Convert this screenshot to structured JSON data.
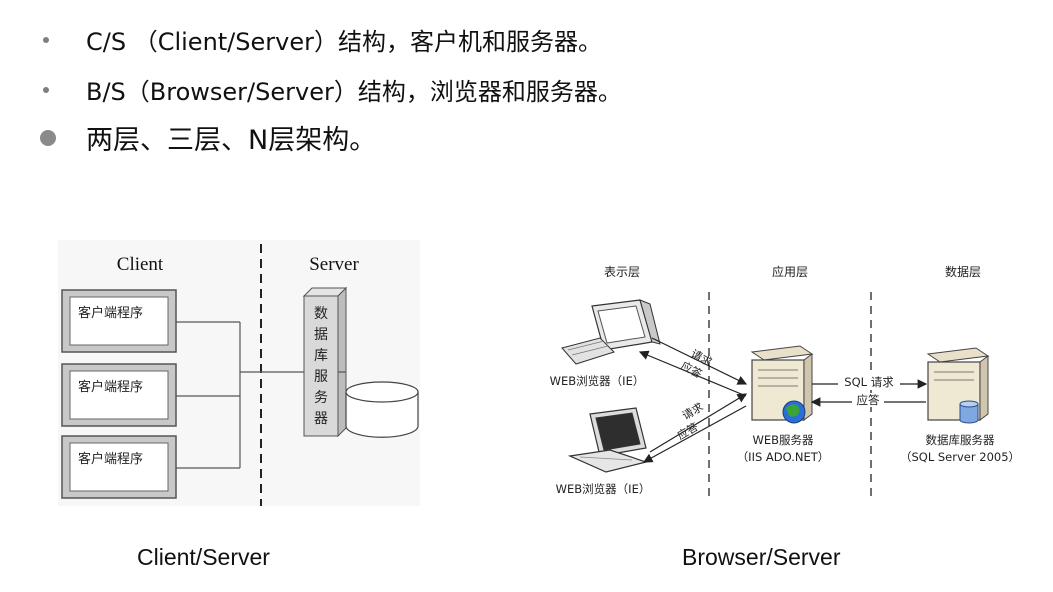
{
  "bullets": [
    "C/S （Client/Server）结构，客户机和服务器。",
    "B/S（Browser/Server）结构，浏览器和服务器。",
    "两层、三层、N层架构。"
  ],
  "cs_diagram": {
    "client_header": "Client",
    "server_header": "Server",
    "client_boxes": [
      "客户端程序",
      "客户端程序",
      "客户端程序"
    ],
    "db_server_label": [
      "数",
      "据",
      "库",
      "服",
      "务",
      "器"
    ]
  },
  "bs_diagram": {
    "layers": [
      "表示层",
      "应用层",
      "数据层"
    ],
    "browser_label_top": "WEB浏览器（IE）",
    "browser_label_bottom": "WEB浏览器（IE）",
    "request": "请求",
    "response": "应答",
    "web_server_name": "WEB服务器",
    "web_server_tech": "（IIS ADO.NET）",
    "sql_request": "SQL 请求",
    "sql_response": "应答",
    "db_server_name": "数据库服务器",
    "db_server_tech": "（SQL Server 2005）"
  },
  "captions": {
    "left": "Client/Server",
    "right": "Browser/Server"
  }
}
